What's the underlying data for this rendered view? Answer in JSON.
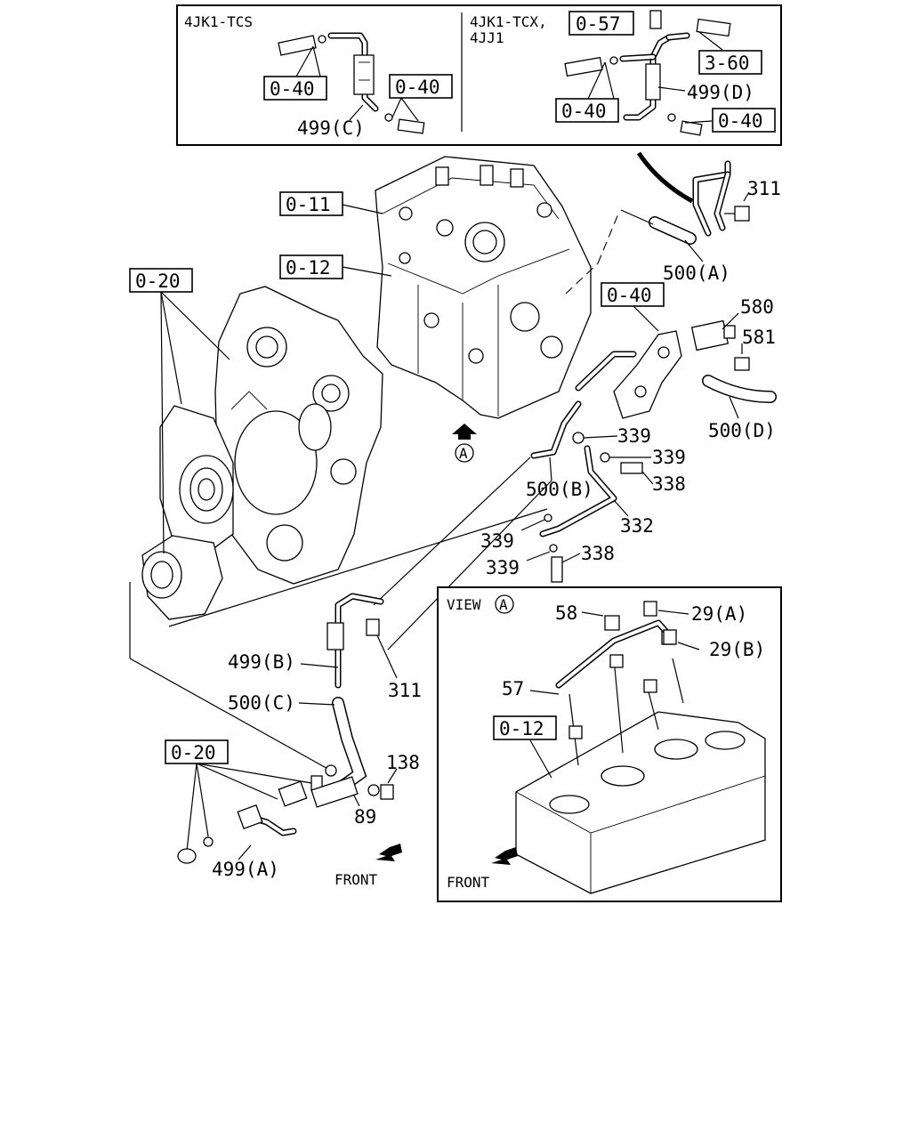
{
  "inset_top": {
    "left_title": "4JK1-TCS",
    "right_title_line1": "4JK1-TCX,",
    "right_title_line2": "4JJ1",
    "refs": {
      "r057": "0-57",
      "r360": "3-60",
      "r040_a": "0-40",
      "r040_b": "0-40",
      "r040_c": "0-40",
      "r040_d": "0-40"
    },
    "parts": {
      "p499c": "499(C)",
      "p499d": "499(D)"
    }
  },
  "main": {
    "refs": {
      "r011": "0-11",
      "r012": "0-12",
      "r020_top": "0-20",
      "r040": "0-40",
      "r020_bottom": "0-20"
    },
    "parts": {
      "p311_top": "311",
      "p500a": "500(A)",
      "p580": "580",
      "p581": "581",
      "p500d": "500(D)",
      "p339_a": "339",
      "p339_b": "339",
      "p338_a": "338",
      "p500b": "500(B)",
      "p332": "332",
      "p339_c": "339",
      "p339_d": "339",
      "p338_b": "338",
      "p499b": "499(B)",
      "p311_mid": "311",
      "p500c": "500(C)",
      "p138": "138",
      "p89": "89",
      "p499a": "499(A)"
    },
    "view_marker": "A",
    "front_label": "FRONT"
  },
  "inset_view": {
    "title": "VIEW",
    "marker": "A",
    "parts": {
      "p58": "58",
      "p29a": "29(A)",
      "p29b": "29(B)",
      "p57": "57"
    },
    "ref012": "0-12",
    "front_label": "FRONT"
  }
}
